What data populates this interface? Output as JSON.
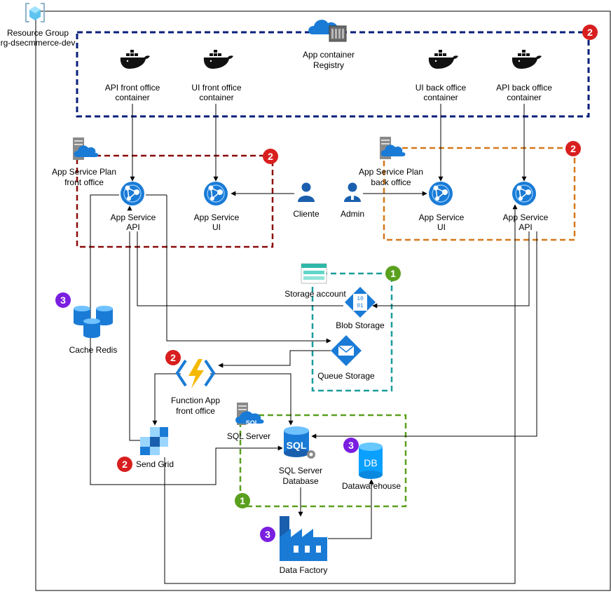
{
  "resource_group": {
    "line1": "Resource Group",
    "line2": "rg-dsecmmerce-dev"
  },
  "registry": {
    "line1": "App container",
    "line2": "Registry"
  },
  "containers": {
    "api_front": {
      "line1": "API front office",
      "line2": "container"
    },
    "ui_front": {
      "line1": "UI front office",
      "line2": "container"
    },
    "ui_back": {
      "line1": "UI back office",
      "line2": "container"
    },
    "api_back": {
      "line1": "API back office",
      "line2": "container"
    }
  },
  "plans": {
    "front": {
      "line1": "App Service Plan",
      "line2": "front office"
    },
    "back": {
      "line1": "App Service Plan",
      "line2": "back office"
    }
  },
  "services": {
    "front_api": {
      "line1": "App Service",
      "line2": "API"
    },
    "front_ui": {
      "line1": "App Service",
      "line2": "UI"
    },
    "back_ui": {
      "line1": "App Service",
      "line2": "UI"
    },
    "back_api": {
      "line1": "App Service",
      "line2": "API"
    }
  },
  "users": {
    "client": "Cliente",
    "admin": "Admin"
  },
  "storage": {
    "account": "Storage account",
    "blob": "Blob Storage",
    "blob_glyph_top": "10",
    "blob_glyph_bottom": "01",
    "queue": "Queue Storage"
  },
  "cache": "Cache Redis",
  "function_app": {
    "line1": "Function App",
    "line2": "front office"
  },
  "sendgrid": "Send Grid",
  "sql": {
    "server": "SQL Server",
    "server_glyph": "SQL",
    "database_line1": "SQL Server",
    "database_line2": "Database",
    "database_glyph": "SQL"
  },
  "datawarehouse": {
    "label": "Datawarehouse",
    "glyph": "DB"
  },
  "data_factory": "Data Factory",
  "badges": {
    "registry": "2",
    "front_plan": "2",
    "back_plan": "2",
    "storage": "1",
    "cache": "3",
    "function": "2",
    "sendgrid": "2",
    "sql": "1",
    "datawarehouse": "3",
    "datafactory": "3"
  },
  "colors": {
    "registry_border": "#0a1f7a",
    "front_border": "#8b0a0a",
    "back_border": "#d4791a",
    "storage_border": "#1a9c9c",
    "sql_border": "#5aa01f",
    "badge_red": "#d81e1e",
    "badge_green": "#5aa01f",
    "badge_purple": "#7a1fe0",
    "azure_blue": "#1a7bd6",
    "docker_black": "#111111"
  }
}
